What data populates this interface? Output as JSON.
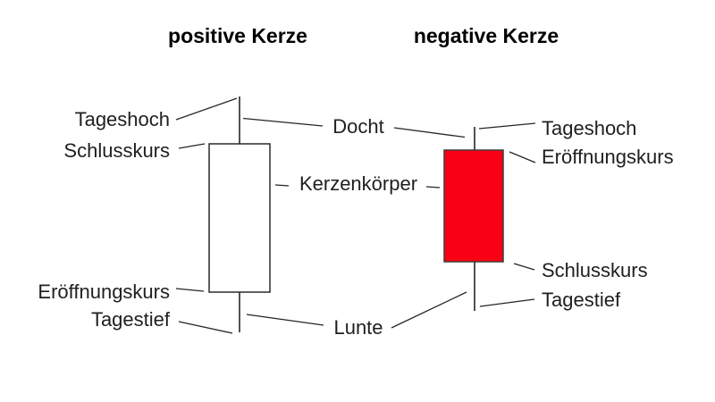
{
  "diagram": {
    "positive_candle": {
      "title": "positive Kerze",
      "annotations_left": [
        "Tageshoch",
        "Schlusskurs",
        "Eröffnungskurs",
        "Tagestief"
      ]
    },
    "negative_candle": {
      "title": "negative Kerze",
      "annotations_right": [
        "Tageshoch",
        "Eröffnungskurs",
        "Schlusskurs",
        "Tagestief"
      ]
    },
    "center_labels": [
      "Docht",
      "Kerzenkörper",
      "Lunte"
    ]
  },
  "colors": {
    "positive_body_fill": "#FFFFFF",
    "negative_body_fill": "#FA0014",
    "positive_body_border": "#2A2A2A",
    "negative_body_border": "#3D3D3D",
    "line": "#262626"
  }
}
